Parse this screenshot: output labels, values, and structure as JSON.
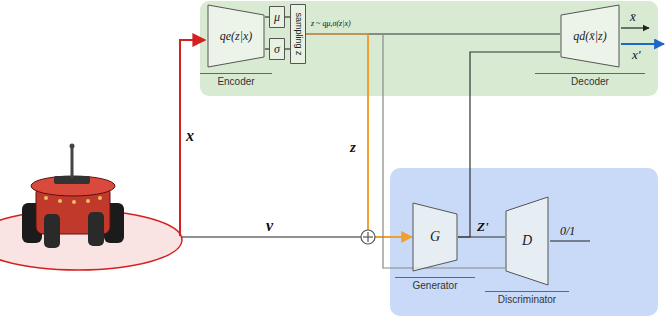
{
  "diagram": {
    "nodes": [
      {
        "text": [
          "qe(z|x)",
          "Encoder"
        ]
      },
      {
        "text": [
          "μ"
        ]
      },
      {
        "text": [
          "σ"
        ]
      },
      {
        "text": [
          "sampling z"
        ]
      },
      {
        "text": [
          "qd(x̄|z)",
          "Decoder"
        ]
      },
      {
        "text": [
          "G",
          "Generator"
        ]
      },
      {
        "text": [
          "D",
          "Discriminator"
        ]
      }
    ],
    "edges": [
      {
        "from": 0,
        "to": 1,
        "arrow": "none"
      },
      {
        "from": 0,
        "to": 2,
        "arrow": "none"
      },
      {
        "from": 1,
        "to": 3,
        "arrow": "none"
      },
      {
        "from": 2,
        "to": 3,
        "arrow": "none"
      },
      {
        "from": 3,
        "to": 4,
        "label": "z ~ qμ,σ(z|x)",
        "arrow": "none"
      },
      {
        "from": 3,
        "to": 5,
        "label": "z",
        "arrow": "to"
      },
      {
        "from": 3,
        "to": 6,
        "arrow": "none"
      },
      {
        "from": 5,
        "to": 6,
        "label": "Z'",
        "arrow": "none"
      },
      {
        "from": 5,
        "to": 4,
        "arrow": "none"
      }
    ],
    "labels": [
      "x",
      "v",
      "x̄",
      "x'",
      "0/1"
    ]
  }
}
